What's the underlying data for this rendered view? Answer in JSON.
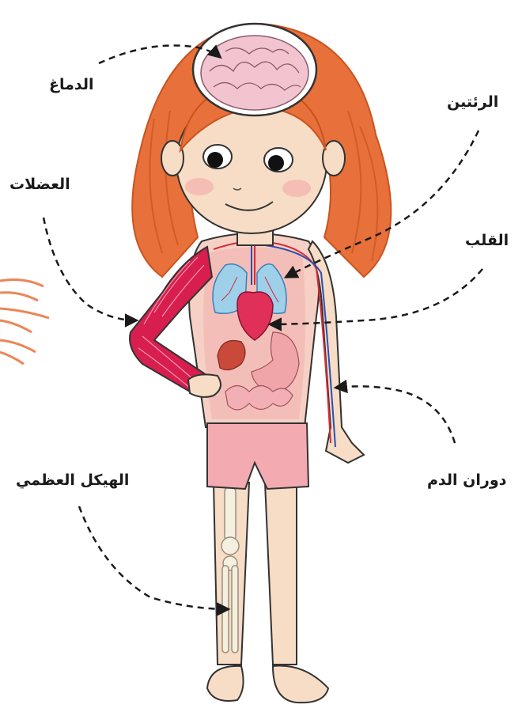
{
  "labels": {
    "brain": "الدماغ",
    "lungs": "الرئتين",
    "muscles": "العضلات",
    "heart": "القلب",
    "circulation": "دوران الدم",
    "skeleton": "الهيكل العظمي"
  },
  "colors": {
    "hair": "#e8703a",
    "skin": "#f7dcc6",
    "brain": "#f2c4cf",
    "muscle": "#d81e4e",
    "lungs": "#9fd0ea",
    "heart": "#e0305a",
    "shorts": "#f3aab0",
    "bone": "#f5efe0",
    "artery": "#d62a35",
    "vein": "#2a4fb5",
    "line": "#222222"
  }
}
